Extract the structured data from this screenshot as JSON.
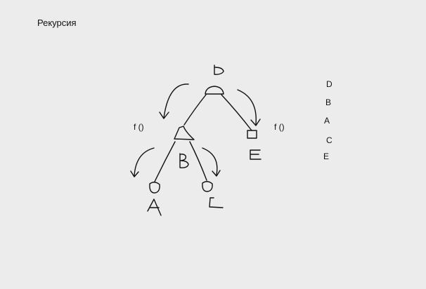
{
  "slide": {
    "title": "Рекурсия"
  },
  "diagram": {
    "fn_labels": [
      "f ()",
      "f ()"
    ],
    "nodes": [
      {
        "id": "D",
        "label": "D"
      },
      {
        "id": "B",
        "label": "B"
      },
      {
        "id": "E",
        "label": "E"
      },
      {
        "id": "A",
        "label": "A"
      },
      {
        "id": "C",
        "label": "C"
      }
    ],
    "order": [
      "D",
      "B",
      "A",
      "C",
      "E"
    ]
  },
  "colors": {
    "ink": "#111111",
    "background": "#ececec"
  }
}
